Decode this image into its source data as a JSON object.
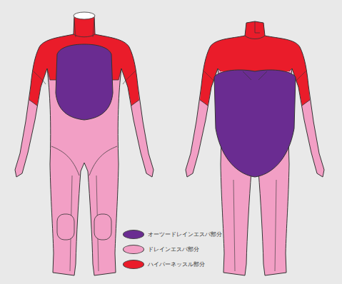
{
  "diagram": {
    "legend": [
      {
        "text": "オーツードレインエスパ部分",
        "color": "#6a2c91"
      },
      {
        "text": "ドレインエスパ部分",
        "color": "#f29fc5"
      },
      {
        "text": "ハイパーネッスル部分",
        "color": "#ea1c2a"
      }
    ]
  }
}
